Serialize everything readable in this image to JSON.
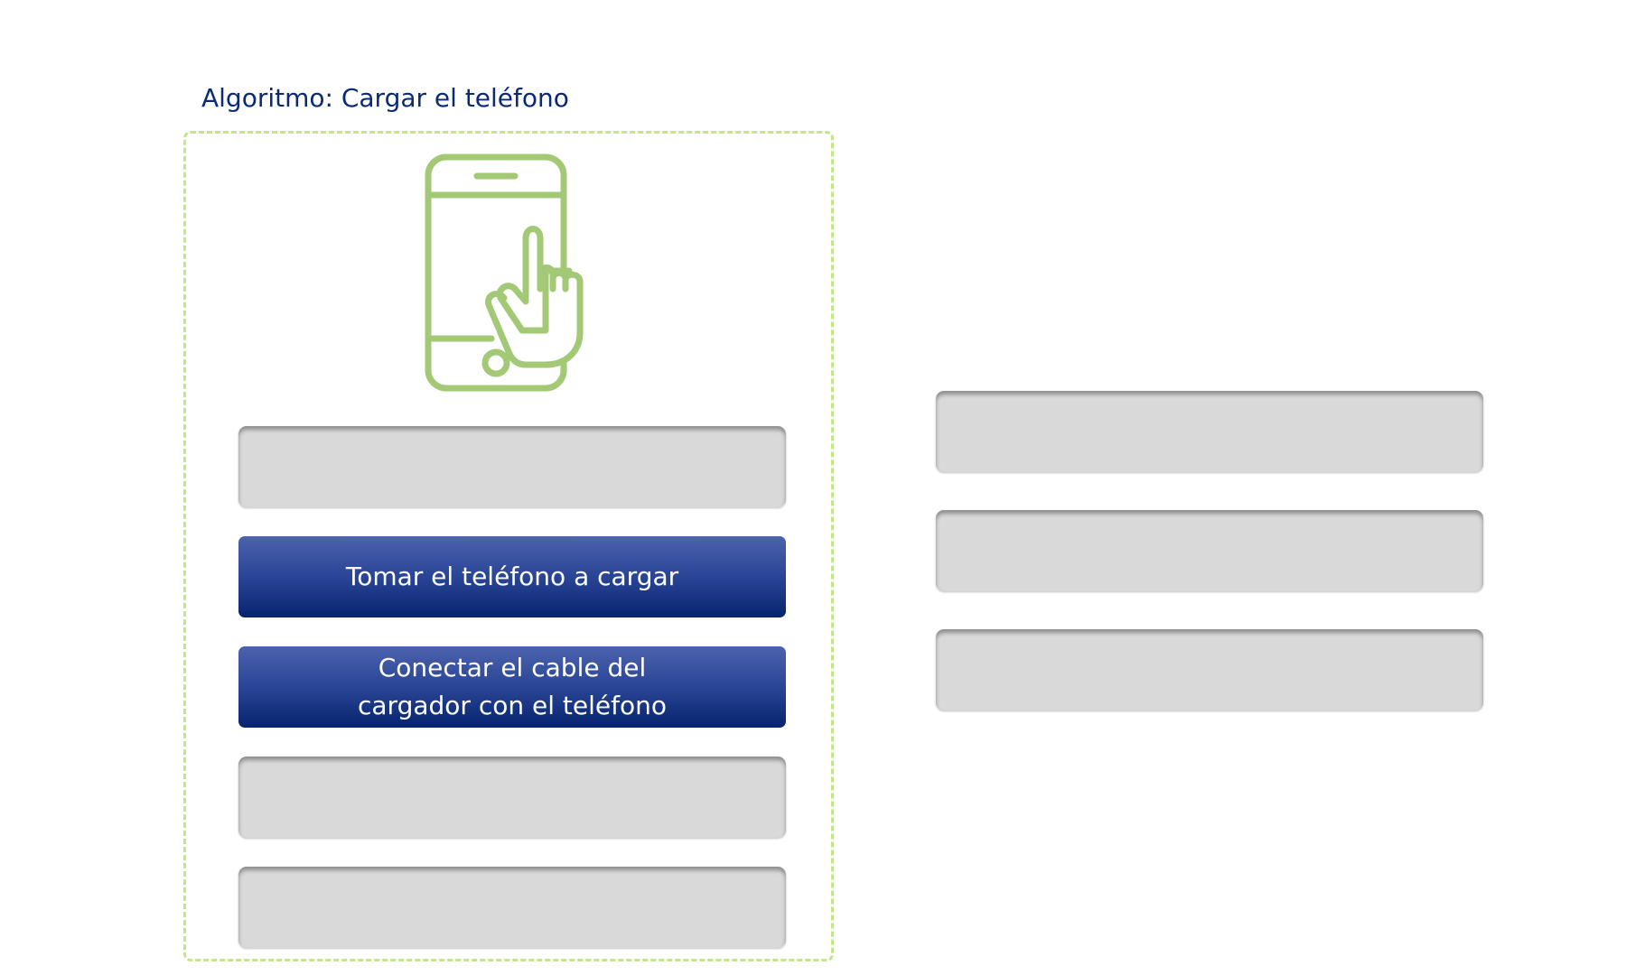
{
  "title": "Algoritmo: Cargar el teléfono",
  "icon": "phone-touch-icon",
  "colors": {
    "title": "#0a2a78",
    "dashed_border": "#c5e58a",
    "icon": "#a3c876",
    "slot": "#d9d9d9",
    "step_top": "#4c63ad",
    "step_bottom": "#05246e"
  },
  "steps": [
    {
      "line1": "Tomar el teléfono a cargar"
    },
    {
      "line1": "Conectar el cable del",
      "line2": "cargador con el teléfono"
    }
  ]
}
